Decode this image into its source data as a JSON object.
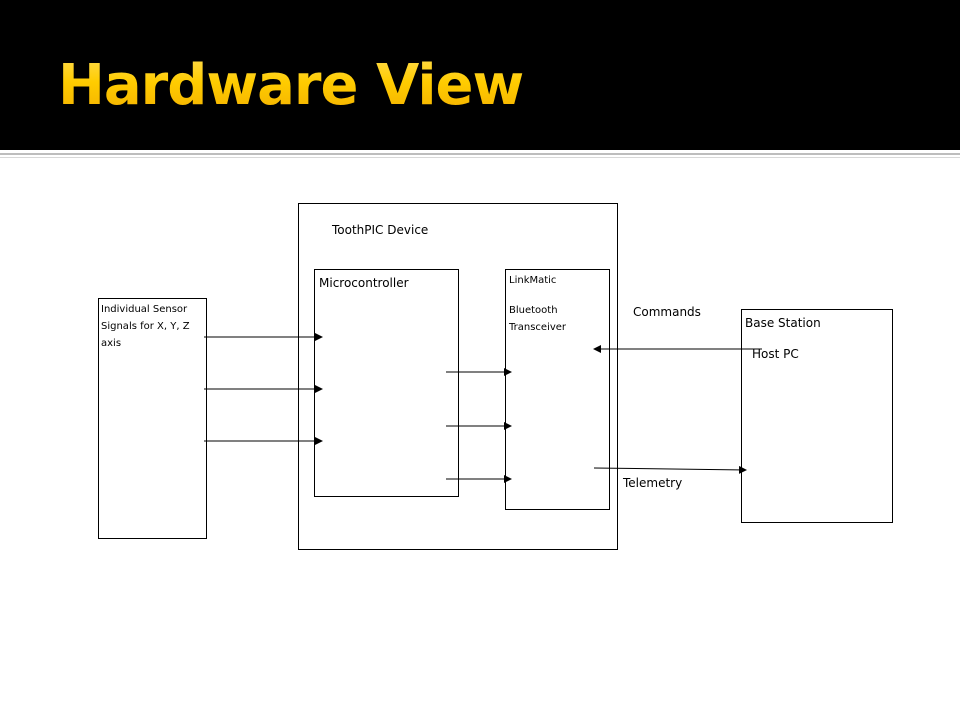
{
  "slide": {
    "title": "Hardware View"
  },
  "diagram": {
    "sensor_box": {
      "label": "Individual Sensor Signals for X, Y, Z axis"
    },
    "device_box": {
      "label": "ToothPIC Device"
    },
    "microcontroller_box": {
      "label": "Microcontroller"
    },
    "transceiver_box": {
      "label_line1": "LinkMatic",
      "label_line2": "Bluetooth Transceiver"
    },
    "base_station_box": {
      "label": "Base Station",
      "sublabel": "Host PC"
    },
    "links": {
      "commands_label": "Commands",
      "telemetry_label": "Telemetry"
    }
  },
  "colors": {
    "title_bar": "#000000",
    "title_text": "#ffc000",
    "lines": "#000000"
  }
}
